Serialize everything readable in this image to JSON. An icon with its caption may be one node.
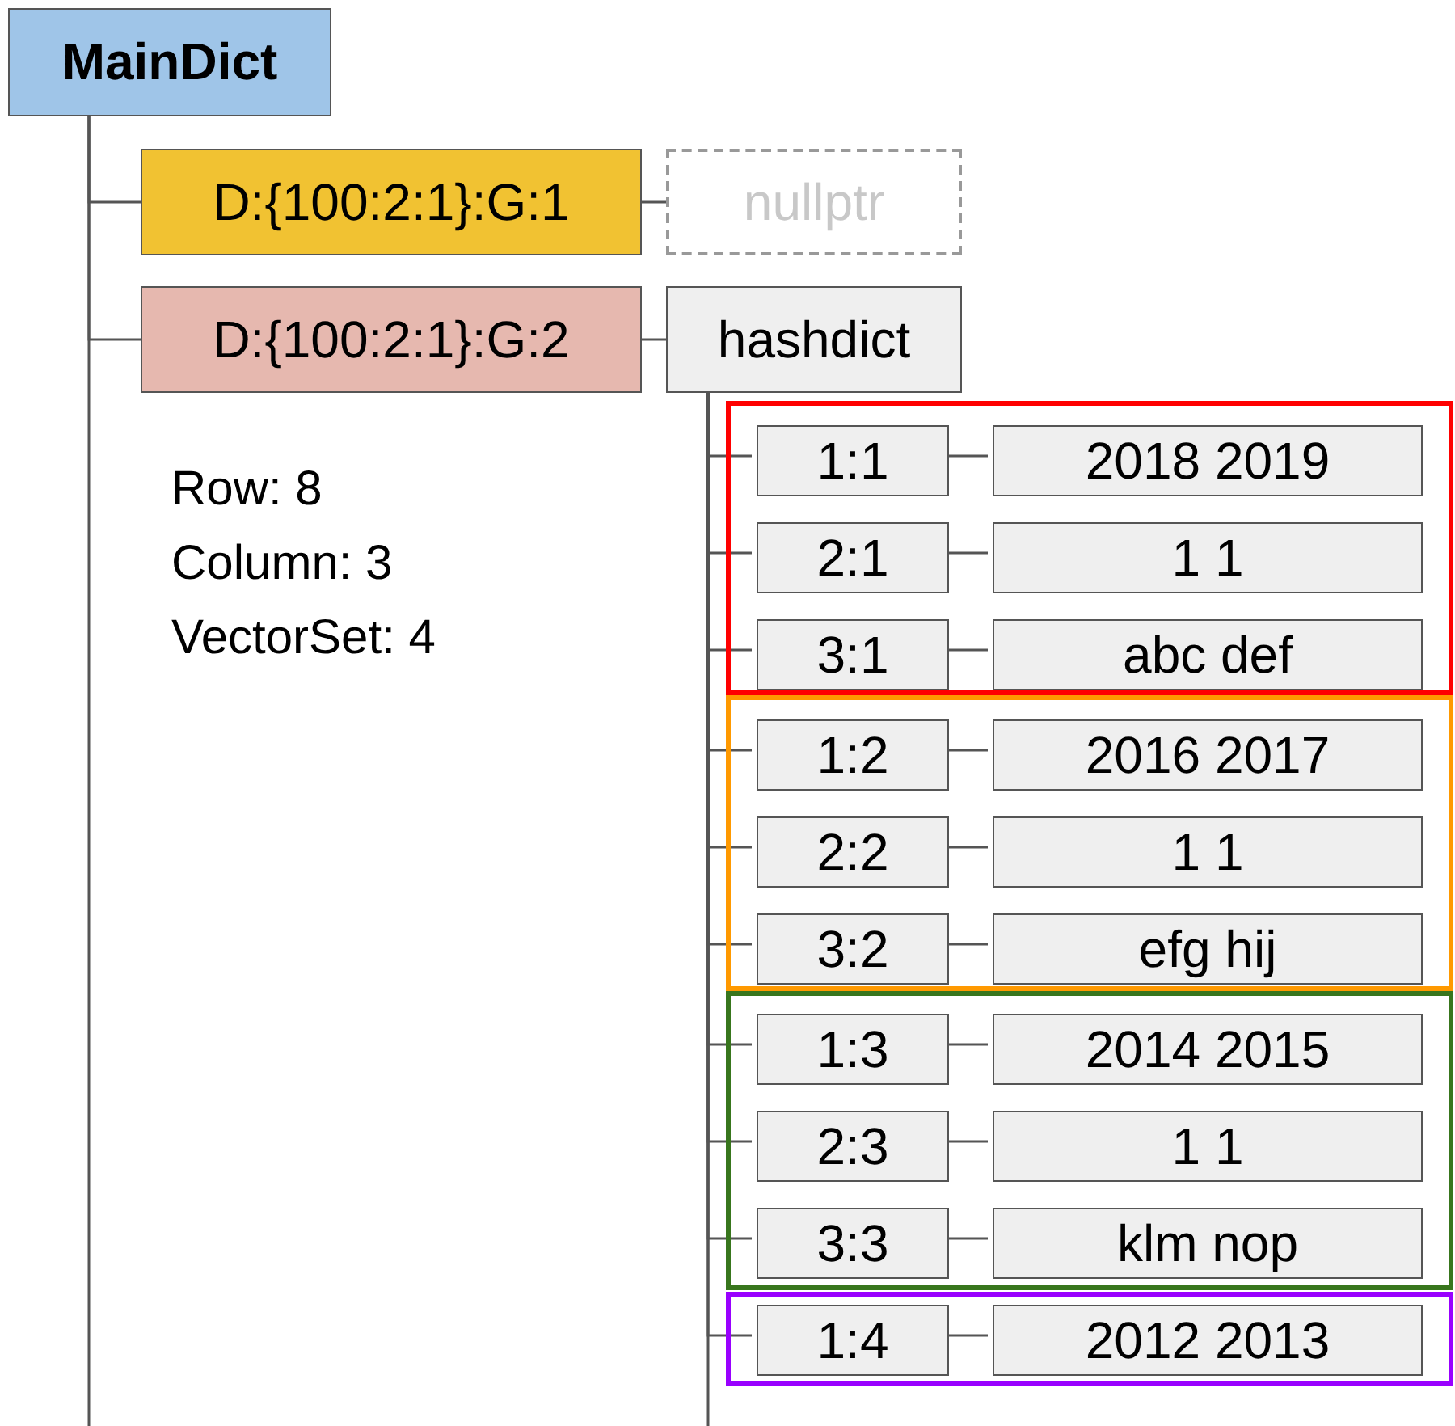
{
  "diagram": {
    "nodes": [
      {
        "text": [
          "MainDict"
        ]
      },
      {
        "text": [
          "D:{100:2:1}:G:1"
        ]
      },
      {
        "text": [
          "nullptr"
        ]
      },
      {
        "text": [
          "D:{100:2:1}:G:2"
        ]
      },
      {
        "text": [
          "hashdict"
        ]
      },
      {
        "text": [],
        "shape": "box"
      },
      {
        "text": [
          "1:1"
        ],
        "in": 5
      },
      {
        "text": [
          "2018 2019"
        ],
        "in": 5
      },
      {
        "text": [
          "2:1"
        ],
        "in": 5
      },
      {
        "text": [
          "1 1"
        ],
        "in": 5
      },
      {
        "text": [
          "3:1"
        ],
        "in": 5
      },
      {
        "text": [
          "abc def"
        ],
        "in": 5
      },
      {
        "text": [],
        "shape": "box"
      },
      {
        "text": [
          "1:2"
        ],
        "in": 12
      },
      {
        "text": [
          "2016 2017"
        ],
        "in": 12
      },
      {
        "text": [
          "2:2"
        ],
        "in": 12
      },
      {
        "text": [
          "1 1"
        ],
        "in": 12
      },
      {
        "text": [
          "3:2"
        ],
        "in": 12
      },
      {
        "text": [
          "efg hij"
        ],
        "in": 12
      },
      {
        "text": [],
        "shape": "box"
      },
      {
        "text": [
          "1:3"
        ],
        "in": 19
      },
      {
        "text": [
          "2014 2015"
        ],
        "in": 19
      },
      {
        "text": [
          "2:3"
        ],
        "in": 19
      },
      {
        "text": [
          "1 1"
        ],
        "in": 19
      },
      {
        "text": [
          "3:3"
        ],
        "in": 19
      },
      {
        "text": [
          "klm nop"
        ],
        "in": 19
      },
      {
        "text": [],
        "shape": "box"
      },
      {
        "text": [
          "1:4"
        ],
        "in": 26
      },
      {
        "text": [
          "2012 2013"
        ],
        "in": 26
      }
    ],
    "edges": [
      {
        "from": 0,
        "to": 1,
        "arrow": "none"
      },
      {
        "from": 1,
        "to": 2,
        "arrow": "none"
      },
      {
        "from": 0,
        "to": 3,
        "arrow": "none"
      },
      {
        "from": 3,
        "to": 4,
        "arrow": "none"
      },
      {
        "from": 4,
        "to": 6,
        "arrow": "none"
      },
      {
        "from": 6,
        "to": 7,
        "arrow": "none"
      },
      {
        "from": 4,
        "to": 8,
        "arrow": "none"
      },
      {
        "from": 8,
        "to": 9,
        "arrow": "none"
      },
      {
        "from": 4,
        "to": 10,
        "arrow": "none"
      },
      {
        "from": 10,
        "to": 11,
        "arrow": "none"
      },
      {
        "from": 4,
        "to": 13,
        "arrow": "none"
      },
      {
        "from": 13,
        "to": 14,
        "arrow": "none"
      },
      {
        "from": 4,
        "to": 15,
        "arrow": "none"
      },
      {
        "from": 15,
        "to": 16,
        "arrow": "none"
      },
      {
        "from": 4,
        "to": 17,
        "arrow": "none"
      },
      {
        "from": 17,
        "to": 18,
        "arrow": "none"
      },
      {
        "from": 4,
        "to": 20,
        "arrow": "none"
      },
      {
        "from": 20,
        "to": 21,
        "arrow": "none"
      },
      {
        "from": 4,
        "to": 22,
        "arrow": "none"
      },
      {
        "from": 22,
        "to": 23,
        "arrow": "none"
      },
      {
        "from": 4,
        "to": 24,
        "arrow": "none"
      },
      {
        "from": 24,
        "to": 25,
        "arrow": "none"
      },
      {
        "from": 4,
        "to": 27,
        "arrow": "none"
      },
      {
        "from": 27,
        "to": 28,
        "arrow": "none"
      }
    ],
    "labels": [
      "Row: 8",
      "Column: 3",
      "VectorSet: 4"
    ]
  }
}
